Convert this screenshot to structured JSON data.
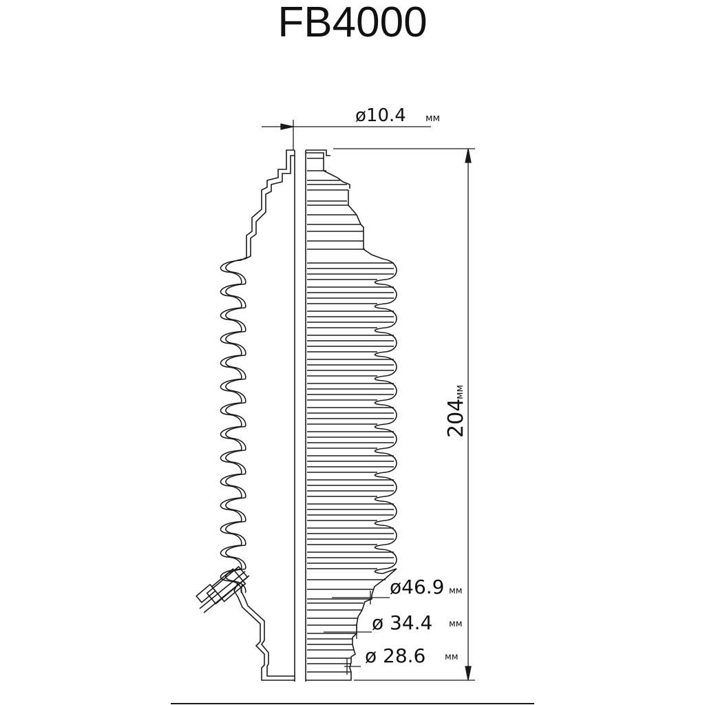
{
  "title": "FB4000",
  "dimensions": {
    "top_diameter": {
      "value": "ø10.4",
      "unit": "мм"
    },
    "length": {
      "value": "204",
      "unit": "мм"
    },
    "large_diameter": {
      "value": "ø46.9",
      "unit": "мм"
    },
    "mid_diameter": {
      "value": "ø 34.4",
      "unit": "мм"
    },
    "small_diameter": {
      "value": "ø 28.6",
      "unit": "мм"
    }
  },
  "colors": {
    "line": "#1a1a1a",
    "text": "#111111",
    "background": "#ffffff"
  }
}
